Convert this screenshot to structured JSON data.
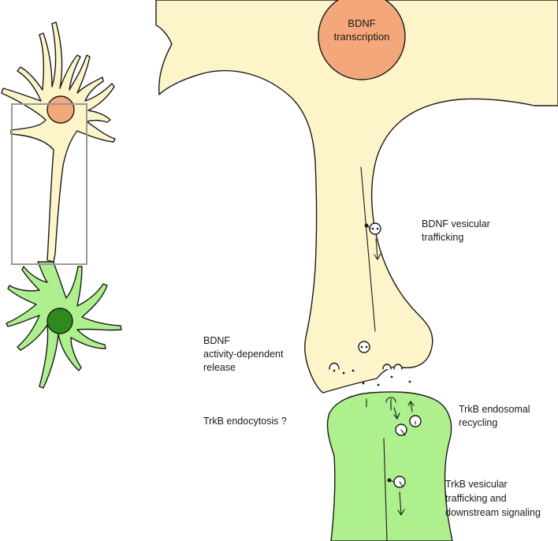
{
  "labels": {
    "bdnf_transcription_line1": "BDNF",
    "bdnf_transcription_line2": "transcription",
    "bdnf_vesicular_line1": "BDNF vesicular",
    "bdnf_vesicular_line2": "trafficking",
    "bdnf_release_line1": "BDNF",
    "bdnf_release_line2": "activity-dependent",
    "bdnf_release_line3": "release",
    "trkb_endocytosis": "TrkB endocytosis ?",
    "trkb_recycling_line1": "TrkB endosomal",
    "trkb_recycling_line2": "recycling",
    "trkb_trafficking_line1": "TrkB vesicular",
    "trkb_trafficking_line2": "trafficking and",
    "trkb_trafficking_line3": "downstream signaling"
  },
  "colors": {
    "neuron_fill": "#fdf5c9",
    "nucleus_presynaptic": "#f4a77a",
    "postsynaptic_fill": "#aef08e",
    "nucleus_postsynaptic": "#2f8a1e",
    "zoom_box": "#999999",
    "outline": "#1a1a1a"
  }
}
